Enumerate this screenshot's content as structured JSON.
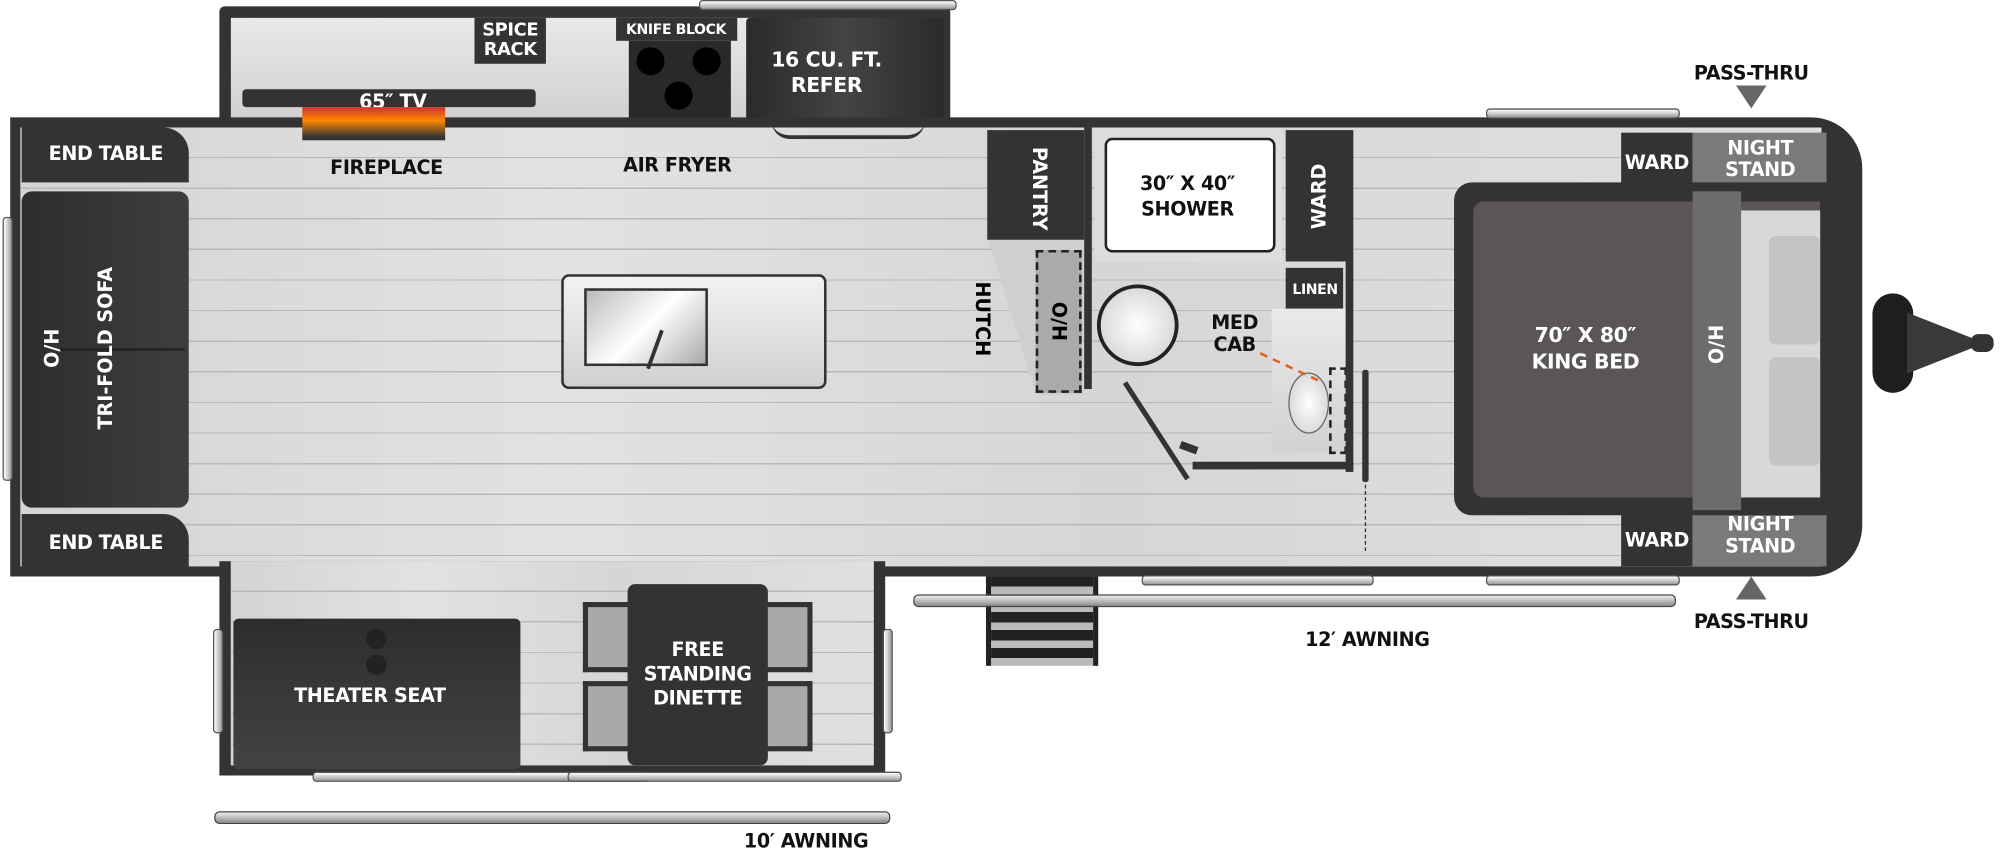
{
  "colors": {
    "wall": "#353234",
    "floor": "#dcdcdc",
    "bed": "#5a5657",
    "nightstand": "#7b7a7b",
    "awning": "#9a9a9a"
  },
  "living": {
    "end_table_top": "END TABLE",
    "end_table_bottom": "END TABLE",
    "sofa": "TRI-FOLD SOFA",
    "sofa_oh": "O/H",
    "tv": "65″ TV",
    "fireplace": "FIREPLACE",
    "theater_seat": "THEATER SEAT",
    "dinette": "FREE STANDING DINETTE",
    "awning": "10′ AWNING"
  },
  "kitchen": {
    "spice_rack": "SPICE RACK",
    "knife_block": "KNIFE BLOCK",
    "refer": "16 CU. FT. REFER",
    "air_fryer": "AIR FRYER",
    "hutch": "HUTCH",
    "hutch_oh": "O/H",
    "pantry": "PANTRY"
  },
  "bath": {
    "shower": "30″ X 40″ SHOWER",
    "ward": "WARD",
    "linen": "LINEN",
    "med_cab": "MED CAB"
  },
  "bedroom": {
    "bed": "70″ X 80″ KING BED",
    "bed_oh": "O/H",
    "ward_top": "WARD",
    "ward_bottom": "WARD",
    "nightstand_top": "NIGHT STAND",
    "nightstand_bottom": "NIGHT STAND",
    "pass_thru_top": "PASS-THRU",
    "pass_thru_bottom": "PASS-THRU"
  },
  "exterior": {
    "awning": "12′ AWNING"
  }
}
